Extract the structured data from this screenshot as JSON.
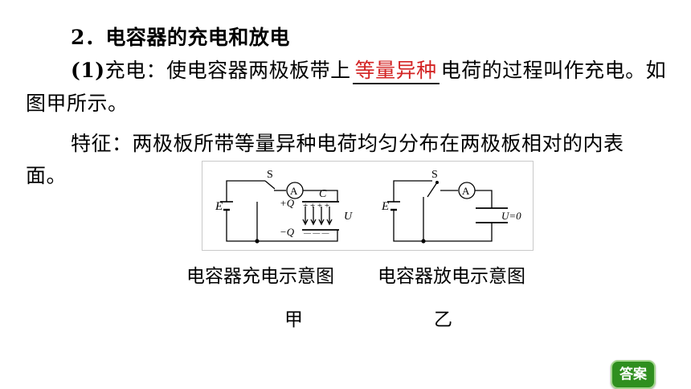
{
  "heading": "2．电容器的充电和放电",
  "charging": {
    "label": "(1)",
    "text_before": "充电：使电容器两极板带上",
    "answer": "等量异种",
    "text_after": "电荷的过程叫作充电。如",
    "line2": "图甲所示。"
  },
  "feature": {
    "line1": "特征：两极板所带等量异种电荷均匀分布在两极板相对的内表",
    "line2": "面。"
  },
  "diagram_labels": {
    "switch": "S",
    "ammeter": "A",
    "battery": "E",
    "capacitor": "C",
    "plus_q": "+Q",
    "minus_q": "−Q",
    "voltage": "U",
    "plus_signs": "+ + + +",
    "minus_signs": "— — —",
    "zero_voltage": "U=0"
  },
  "captions": {
    "charge_caption": "电容器充电示意图",
    "discharge_caption": "电容器放电示意图",
    "jia": "甲",
    "yi": "乙"
  },
  "answer_button": "答案"
}
